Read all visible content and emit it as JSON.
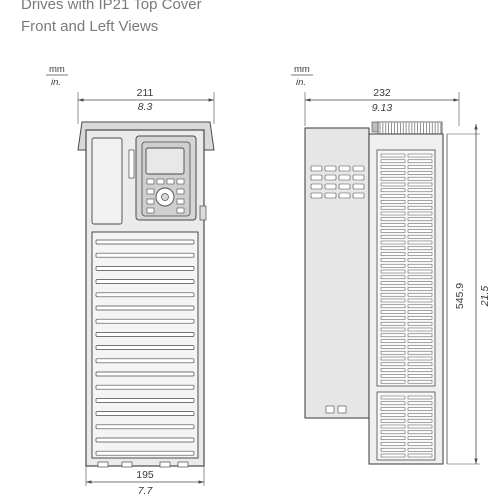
{
  "title": {
    "line1": "Drives with IP21 Top Cover",
    "line2": "Front and Left Views"
  },
  "front_view": {
    "unit_top": "mm",
    "unit_bottom": "in.",
    "width_top_mm": "211",
    "width_top_in": "8.3",
    "width_bottom_mm": "195",
    "width_bottom_in": "7.7"
  },
  "side_view": {
    "unit_top": "mm",
    "unit_bottom": "in.",
    "depth_mm": "232",
    "depth_in": "9.13",
    "height_mm": "545.9",
    "height_in": "21.5"
  },
  "colors": {
    "outline": "#4a4a4a",
    "body_fill": "#e6e6e6",
    "vent_fill": "#ffffff",
    "dim_line": "#4a4a4a",
    "title": "#7a7a7a"
  }
}
